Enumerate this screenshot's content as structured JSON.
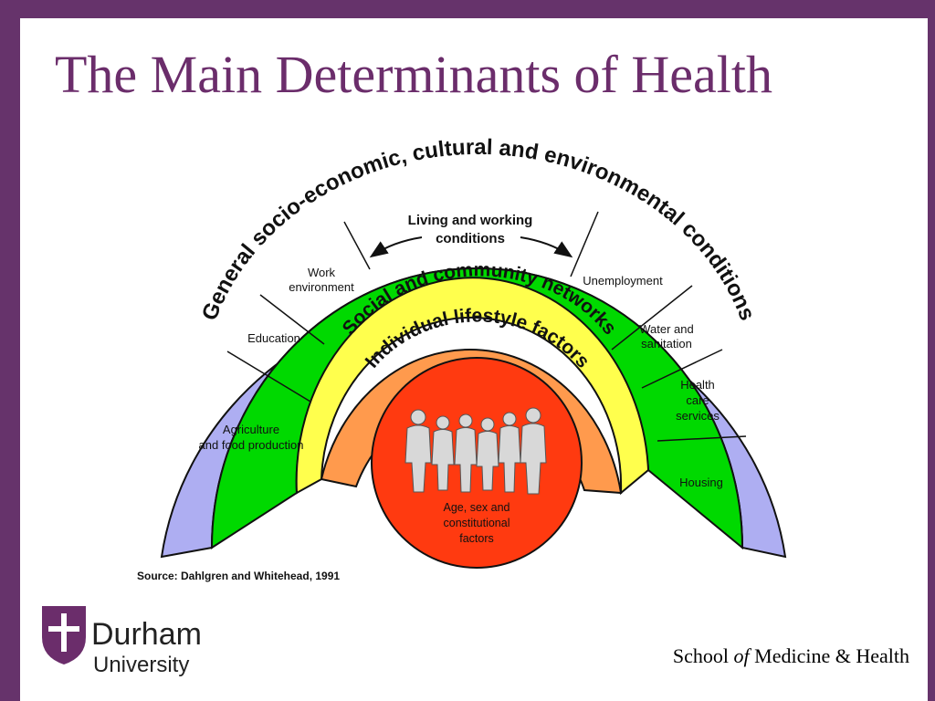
{
  "slide": {
    "title": "The Main Determinants of Health",
    "accent_color": "#66336b"
  },
  "diagram": {
    "outer_ring": "General socio-economic, cultural and environmental conditions",
    "middle_heading": "Living and working conditions",
    "sectors_left": [
      "Agriculture and food production",
      "Education",
      "Work environment"
    ],
    "sectors_right": [
      "Unemployment",
      "Water and sanitation",
      "Health care services",
      "Housing"
    ],
    "social_ring": "Social and community networks",
    "lifestyle_ring": "Individual lifestyle factors",
    "core": "Age, sex and constitutional factors",
    "colors": {
      "outer": "#aeaef2",
      "green": "#00d900",
      "social": "#ffff4d",
      "lifestyle": "#ff9a4d",
      "core": "#ff3a10"
    }
  },
  "source": "Source: Dahlgren and Whitehead, 1991",
  "logo": {
    "name": "Durham",
    "subname": "University"
  },
  "footer": {
    "school_prefix": "School ",
    "school_of": "of",
    "school_suffix": " Medicine & Health"
  }
}
